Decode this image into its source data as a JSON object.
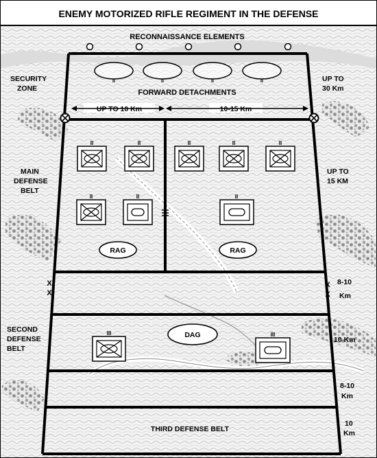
{
  "title": "ENEMY MOTORIZED RIFLE REGIMENT IN THE DEFENSE",
  "labels": {
    "recon": "RECONNAISSANCE ELEMENTS",
    "security_zone": [
      "SECURITY",
      "ZONE"
    ],
    "forward_detachments": "FORWARD DETACHMENTS",
    "up_to_30": [
      "UP TO",
      "30 Km"
    ],
    "up_to_10": "UP TO 10 Km",
    "range_10_15": "10-15 Km",
    "main_defense_belt": [
      "MAIN",
      "DEFENSE",
      "BELT"
    ],
    "up_to_15": [
      "UP TO",
      "15 KM"
    ],
    "rag": "RAG",
    "range_8_10_a": [
      "8-10",
      "Km"
    ],
    "second_defense_belt": [
      "SECOND",
      "DEFENSE",
      "BELT"
    ],
    "dag": "DAG",
    "range_10_b": "10 Km",
    "range_8_10_b": [
      "8-10",
      "Km"
    ],
    "third_defense_belt": "THIRD DEFENSE BELT",
    "range_10_c": [
      "10",
      "Km"
    ]
  },
  "symbols": {
    "forward_detachment_echelon": "II",
    "battalion_echelon": "II",
    "tank_echelon": "III",
    "boundary_mark": "X"
  },
  "colors": {
    "ink": "#000000",
    "paper": "#ffffff",
    "terrain": "#d9d9d9",
    "terrain_dark": "#9a9a9a"
  }
}
